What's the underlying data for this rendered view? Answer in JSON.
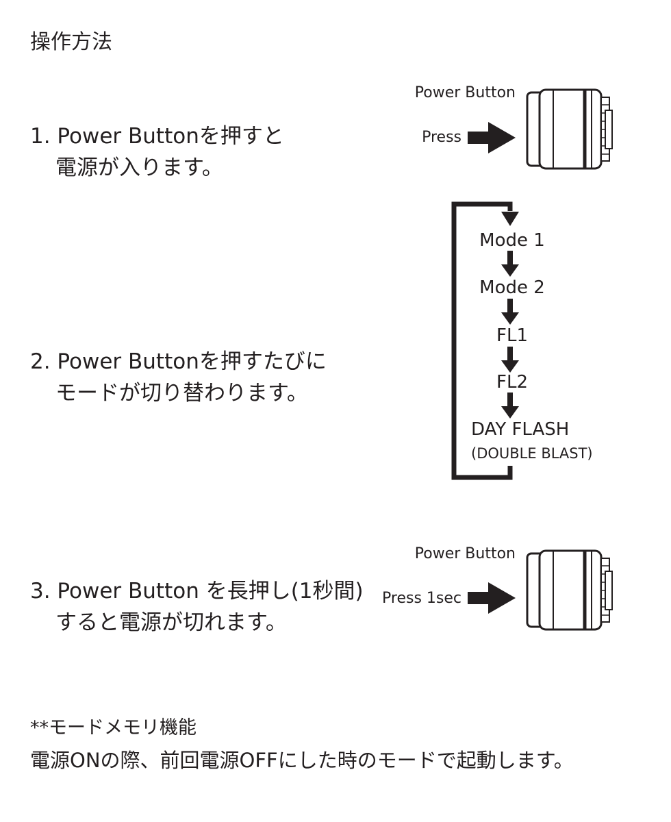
{
  "title": "操作方法",
  "steps": [
    {
      "lines": [
        "1. Power Buttonを押すと",
        "電源が入ります。"
      ]
    },
    {
      "lines": [
        "2. Power Buttonを押すたびに",
        "モードが切り替わります。"
      ]
    },
    {
      "lines": [
        "3. Power Button を長押し(1秒間)",
        "すると電源が切れます。"
      ]
    }
  ],
  "diagram": {
    "power_on": {
      "button_label": "Power Button",
      "action_label": "Press"
    },
    "modes": [
      "Mode 1",
      "Mode 2",
      "FL1",
      "FL2",
      "DAY FLASH"
    ],
    "mode_note": "(DOUBLE BLAST)",
    "power_off": {
      "button_label": "Power Button",
      "action_label": "Press 1sec"
    },
    "color": "#231f20"
  },
  "notes": {
    "heading": "**モードメモリ機能",
    "text": "電源ONの際、前回電源OFFにした時のモードで起動します。"
  }
}
